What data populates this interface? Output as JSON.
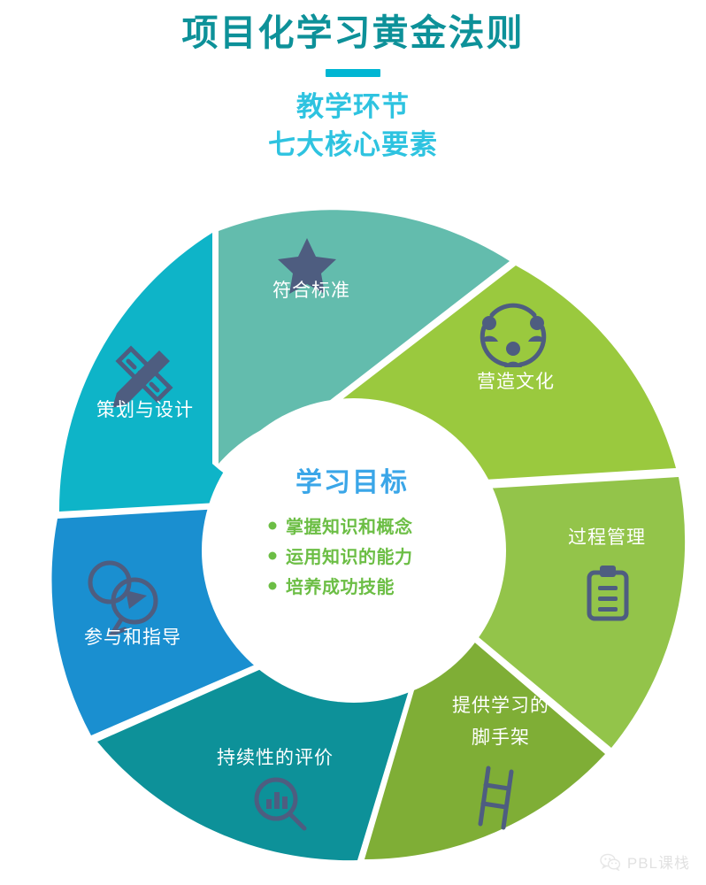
{
  "header": {
    "main_title": "项目化学习黄金法则",
    "divider_color": "#00b6d3",
    "sub_title_line1": "教学环节",
    "sub_title_line2": "七大核心要素",
    "main_title_color": "#0d9199",
    "sub_title_color": "#2ec3e0"
  },
  "hub": {
    "title": "学习目标",
    "title_color": "#3aa6e8",
    "bullet_color": "#6cbe45",
    "bullets": [
      "掌握知识和概念",
      "运用知识的能力",
      "培养成功技能"
    ]
  },
  "wheel": {
    "icon_color": "#4e5d80",
    "label_color": "#ffffff",
    "segments": [
      {
        "id": "standards",
        "label": "符合标准",
        "label_lines": [
          "符合标准"
        ],
        "icon": "star-icon",
        "color": "#63bcad"
      },
      {
        "id": "culture",
        "label": "营造文化",
        "label_lines": [
          "营造文化"
        ],
        "icon": "group-culture-icon",
        "color": "#9ac93e"
      },
      {
        "id": "process-management",
        "label": "过程管理",
        "label_lines": [
          "过程管理"
        ],
        "icon": "clipboard-icon",
        "color": "#93c44a"
      },
      {
        "id": "scaffolding",
        "label": "提供学习的脚手架",
        "label_lines": [
          "提供学习的",
          "脚手架"
        ],
        "icon": "ladder-icon",
        "color": "#7fae36"
      },
      {
        "id": "assessment",
        "label": "持续性的评价",
        "label_lines": [
          "持续性的评价"
        ],
        "icon": "magnifier-chart-icon",
        "color": "#0d9199"
      },
      {
        "id": "engagement",
        "label": "参与和指导",
        "label_lines": [
          "参与和指导"
        ],
        "icon": "speech-bubbles-icon",
        "color": "#1a8fd0"
      },
      {
        "id": "design",
        "label": "策划与设计",
        "label_lines": [
          "策划与设计"
        ],
        "icon": "pencil-ruler-icon",
        "color": "#0eb4c8"
      }
    ]
  },
  "footer": {
    "watermark_text": "PBL课栈",
    "watermark_icon": "wechat-icon"
  }
}
